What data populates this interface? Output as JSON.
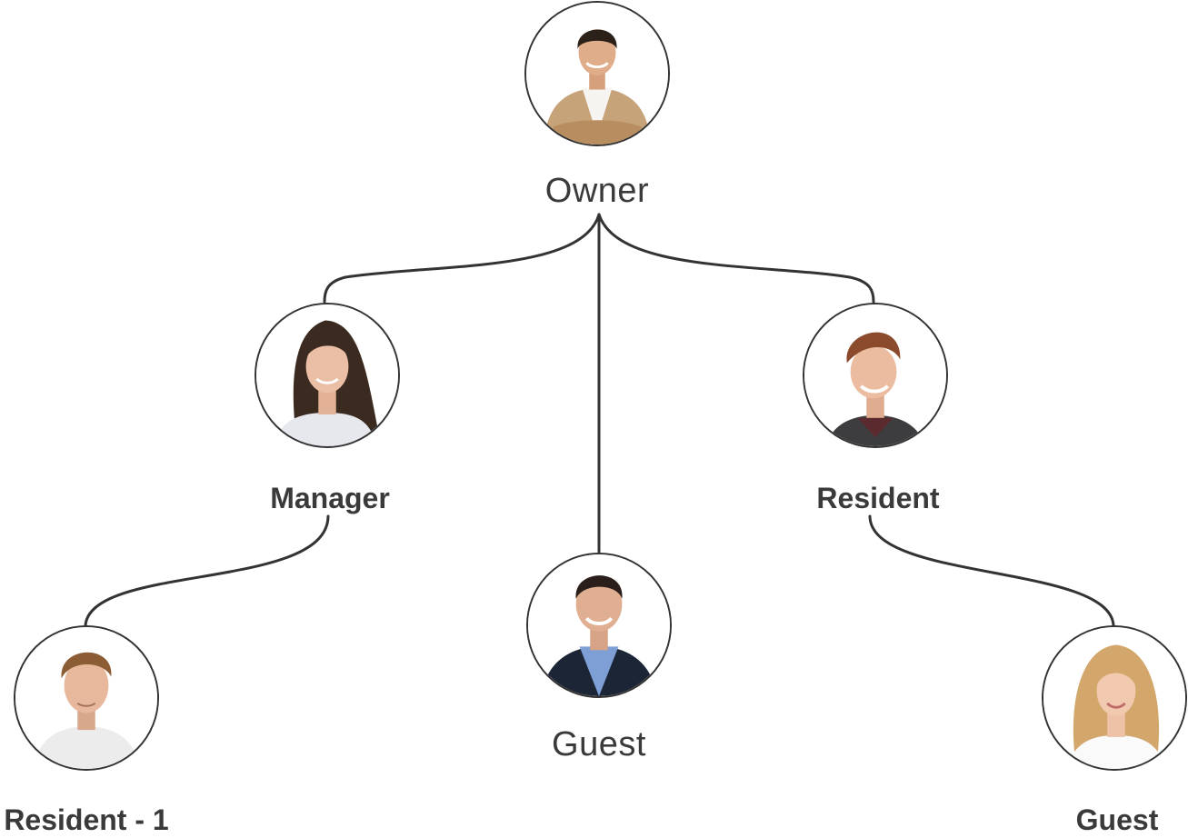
{
  "diagram": {
    "nodes": [
      {
        "id": "owner",
        "label": "Owner",
        "avatar": "man-smiling-tan-jacket-avatar"
      },
      {
        "id": "manager",
        "label": "Manager",
        "avatar": "woman-long-dark-hair-avatar"
      },
      {
        "id": "resident",
        "label": "Resident",
        "avatar": "young-man-auburn-hair-avatar"
      },
      {
        "id": "guest-center",
        "label": "Guest",
        "avatar": "man-blue-shirt-blazer-avatar"
      },
      {
        "id": "resident-1",
        "label": "Resident - 1",
        "avatar": "young-man-white-tshirt-avatar"
      },
      {
        "id": "guest-right",
        "label": "Guest",
        "avatar": "woman-blonde-wavy-hair-avatar"
      }
    ],
    "edges": [
      {
        "from": "owner",
        "to": "manager"
      },
      {
        "from": "owner",
        "to": "guest-center"
      },
      {
        "from": "owner",
        "to": "resident"
      },
      {
        "from": "manager",
        "to": "resident-1"
      },
      {
        "from": "resident",
        "to": "guest-right"
      }
    ],
    "colors": {
      "line": "#333333",
      "text": "#3a3a3a",
      "background": "#ffffff"
    }
  }
}
